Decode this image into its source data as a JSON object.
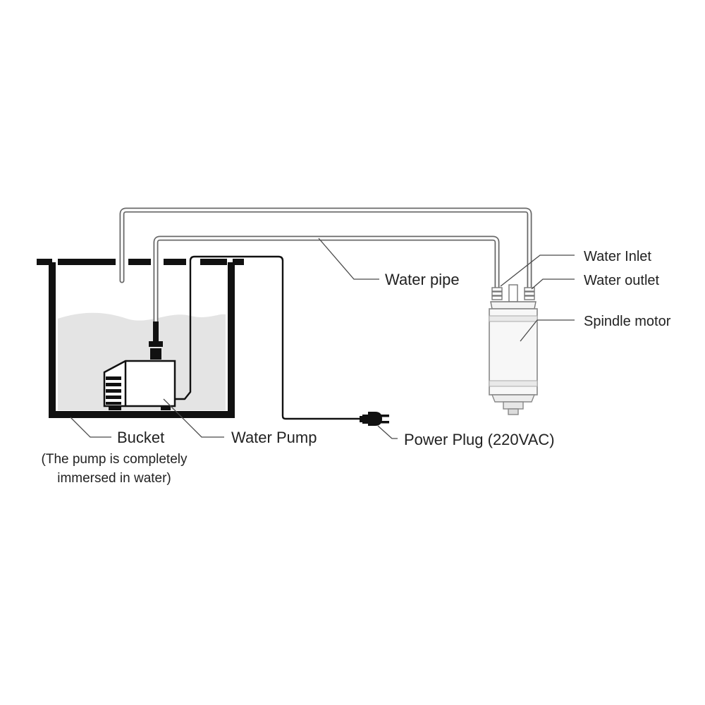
{
  "labels": {
    "water_inlet": "Water Inlet",
    "water_outlet": "Water outlet",
    "spindle_motor": "Spindle motor",
    "water_pipe": "Water pipe",
    "bucket": "Bucket",
    "bucket_note_line1": "(The pump is completely",
    "bucket_note_line2": "immersed in water)",
    "water_pump": "Water Pump",
    "power_plug": "Power Plug (220VAC)"
  },
  "colors": {
    "outline": "#111111",
    "water": "#e4e4e4",
    "pipe": "#6a6a6a",
    "leader": "#4a4a4a"
  }
}
